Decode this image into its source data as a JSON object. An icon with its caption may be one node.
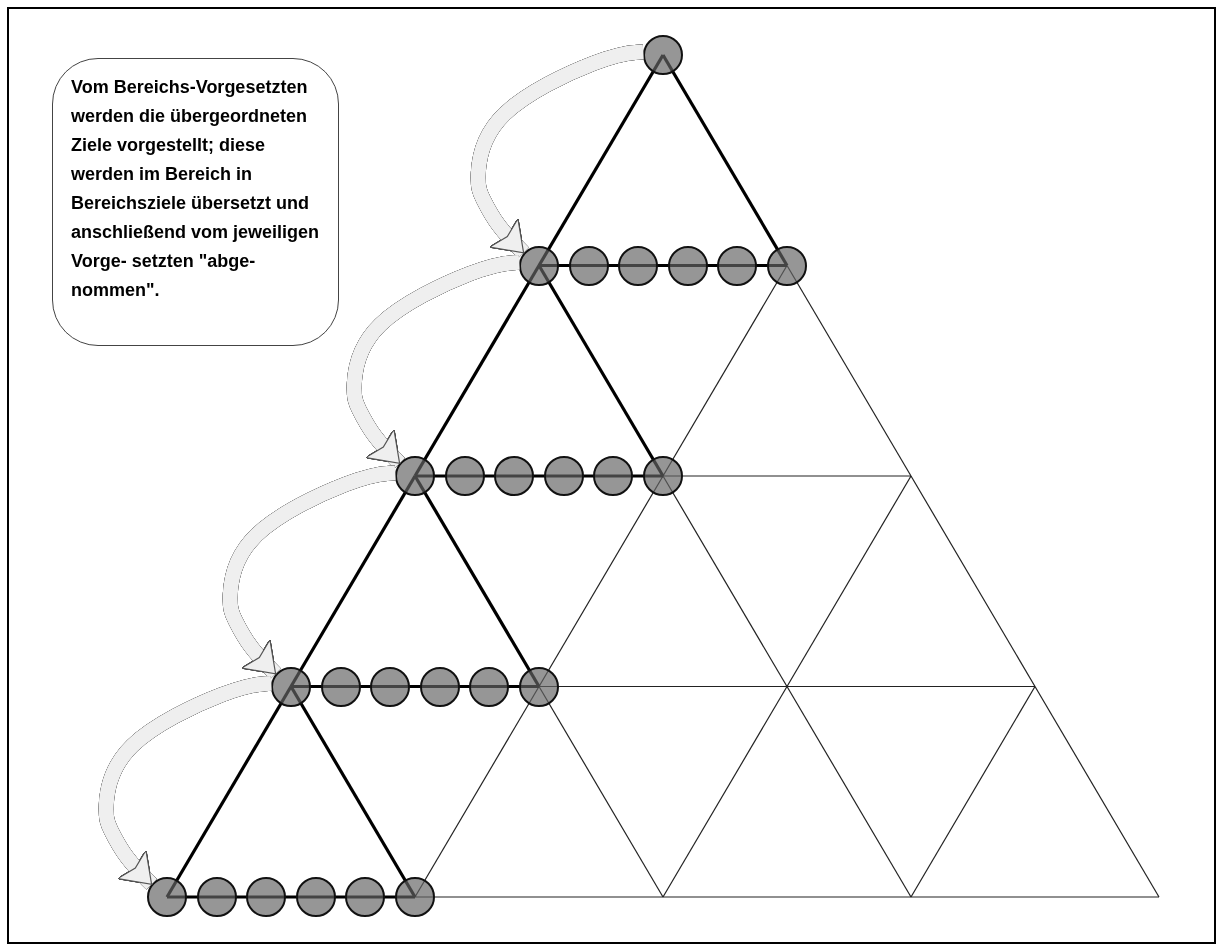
{
  "diagram": {
    "nodes": [
      {
        "text": [
          "Vom Bereichs-Vorgesetzten werden die übergeordneten Ziele vorgestellt; diese werden im Bereich in Bereichsziele übersetzt und anschließend vom jeweiligen Vorge- setzten \"abge- nommen\"."
        ]
      },
      {
        "text": [],
        "shape": "circle"
      },
      {
        "text": [],
        "shape": "circle"
      },
      {
        "text": [],
        "shape": "circle"
      },
      {
        "text": [],
        "shape": "circle"
      },
      {
        "text": [],
        "shape": "circle"
      },
      {
        "text": [],
        "shape": "circle"
      },
      {
        "text": [],
        "shape": "circle"
      },
      {
        "text": [],
        "shape": "circle"
      },
      {
        "text": [],
        "shape": "circle"
      },
      {
        "text": [],
        "shape": "circle"
      },
      {
        "text": [],
        "shape": "circle"
      },
      {
        "text": [],
        "shape": "circle"
      },
      {
        "text": [],
        "shape": "circle"
      },
      {
        "text": [],
        "shape": "circle"
      },
      {
        "text": [],
        "shape": "circle"
      },
      {
        "text": [],
        "shape": "circle"
      },
      {
        "text": [],
        "shape": "circle"
      },
      {
        "text": [],
        "shape": "circle"
      },
      {
        "text": [],
        "shape": "circle"
      },
      {
        "text": [],
        "shape": "circle"
      },
      {
        "text": [],
        "shape": "circle"
      },
      {
        "text": [],
        "shape": "circle"
      },
      {
        "text": [],
        "shape": "circle"
      },
      {
        "text": [],
        "shape": "circle"
      },
      {
        "text": [],
        "shape": "circle"
      }
    ],
    "edges": [
      {
        "from": 1,
        "to": 2,
        "arrow": "to"
      },
      {
        "from": 2,
        "to": 8,
        "arrow": "to"
      },
      {
        "from": 8,
        "to": 14,
        "arrow": "to"
      },
      {
        "from": 14,
        "to": 20,
        "arrow": "to"
      }
    ]
  }
}
